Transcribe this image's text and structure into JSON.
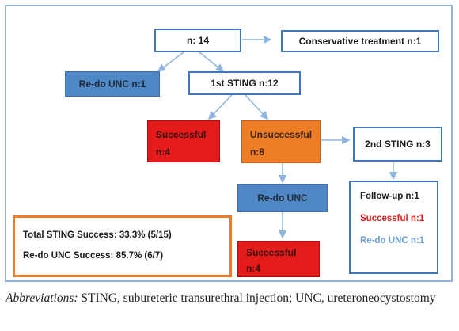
{
  "nodes": {
    "total": "n: 14",
    "conservative": "Conservative treatment n:1",
    "redo_unc_1": "Re-do UNC n:1",
    "sting1": "1st STING n:12",
    "successful_1": [
      "Successful",
      "n:4"
    ],
    "unsuccessful": [
      "Unsuccessful",
      "n:8"
    ],
    "sting2": "2nd STING n:3",
    "redo_unc_2": "Re-do UNC",
    "successful_2": [
      "Successful",
      "n:4"
    ],
    "followup": {
      "title": "Follow-up n:1",
      "successful": "Successful n:1",
      "redo": "Re-do UNC n:1"
    }
  },
  "summary": {
    "sting": "Total STING Success: 33.3% (5/15)",
    "unc": "Re-do UNC Success: 85.7% (6/7)"
  },
  "caption": {
    "label": "Abbreviations:",
    "text": " STING, subureteric transurethral injection; UNC, ureteroneocystostomy"
  },
  "colors": {
    "outline_box": "#3f77b8",
    "blue_box": "#4f87c5",
    "red_box": "#e31b1b",
    "orange_box": "#ee7d28",
    "arrow": "#8fb4de",
    "followup_successful_text": "#e31b1b",
    "followup_redo_text": "#6a9bd0"
  }
}
